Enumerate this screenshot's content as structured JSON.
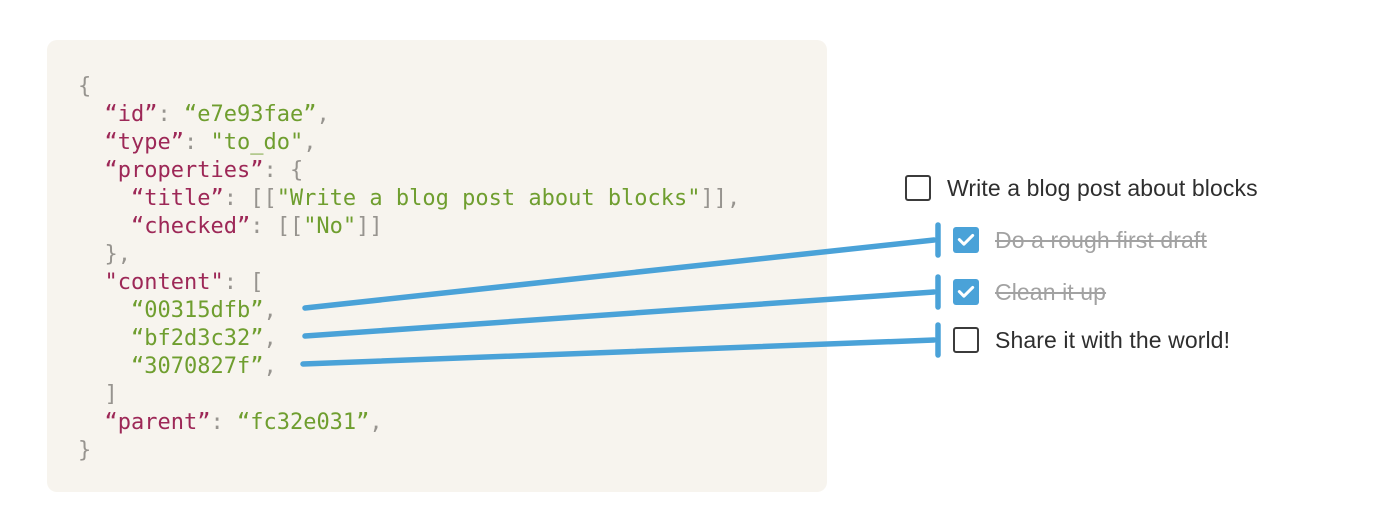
{
  "colors": {
    "accent_blue": "#4aa2d8",
    "code_background": "#f7f4ee",
    "syntax_key": "#9d2857",
    "syntax_string": "#6f9e2f",
    "syntax_punctuation": "#97948f",
    "todo_text": "#2e2e2e",
    "todo_struck_text": "#a2a2a2",
    "checkbox_border": "#3b3b3b"
  },
  "code_block": {
    "language": "json",
    "lines": [
      [
        [
          "p",
          "{"
        ]
      ],
      [
        [
          "p",
          "  "
        ],
        [
          "k",
          "“id”"
        ],
        [
          "p",
          ": "
        ],
        [
          "s",
          "“e7e93fae”"
        ],
        [
          "p",
          ","
        ]
      ],
      [
        [
          "p",
          "  "
        ],
        [
          "k",
          "“type”"
        ],
        [
          "p",
          ": "
        ],
        [
          "s",
          "\"to_do\""
        ],
        [
          "p",
          ","
        ]
      ],
      [
        [
          "p",
          "  "
        ],
        [
          "k",
          "“properties”"
        ],
        [
          "p",
          ": {"
        ]
      ],
      [
        [
          "p",
          "    "
        ],
        [
          "k",
          "“title”"
        ],
        [
          "p",
          ": [["
        ],
        [
          "s",
          "\"Write a blog post about blocks\""
        ],
        [
          "p",
          "]],"
        ]
      ],
      [
        [
          "p",
          "    "
        ],
        [
          "k",
          "“checked”"
        ],
        [
          "p",
          ": [["
        ],
        [
          "s",
          "\"No\""
        ],
        [
          "p",
          "]]"
        ]
      ],
      [
        [
          "p",
          "  },"
        ]
      ],
      [
        [
          "p",
          "  "
        ],
        [
          "k",
          "\"content\""
        ],
        [
          "p",
          ": ["
        ]
      ],
      [
        [
          "p",
          "    "
        ],
        [
          "s",
          "“00315dfb”"
        ],
        [
          "p",
          ","
        ]
      ],
      [
        [
          "p",
          "    "
        ],
        [
          "s",
          "“bf2d3c32”"
        ],
        [
          "p",
          ","
        ]
      ],
      [
        [
          "p",
          "    "
        ],
        [
          "s",
          "“3070827f”"
        ],
        [
          "p",
          ","
        ]
      ],
      [
        [
          "p",
          "  ]"
        ]
      ],
      [
        [
          "p",
          "  "
        ],
        [
          "k",
          "“parent”"
        ],
        [
          "p",
          ": "
        ],
        [
          "s",
          "“fc32e031”"
        ],
        [
          "p",
          ","
        ]
      ],
      [
        [
          "p",
          "}"
        ]
      ]
    ]
  },
  "todo_list": {
    "items": [
      {
        "label": "Write a blog post about blocks",
        "checked": false,
        "struck": false
      },
      {
        "label": "Do a rough first draft",
        "checked": true,
        "struck": true
      },
      {
        "label": "Clean it up",
        "checked": true,
        "struck": true
      },
      {
        "label": "Share it with the world!",
        "checked": false,
        "struck": false
      }
    ]
  },
  "connectors": {
    "count": 3,
    "description": "lines linking content ids 00315dfb, bf2d3c32, 3070827f to todo items 2, 3, 4"
  }
}
